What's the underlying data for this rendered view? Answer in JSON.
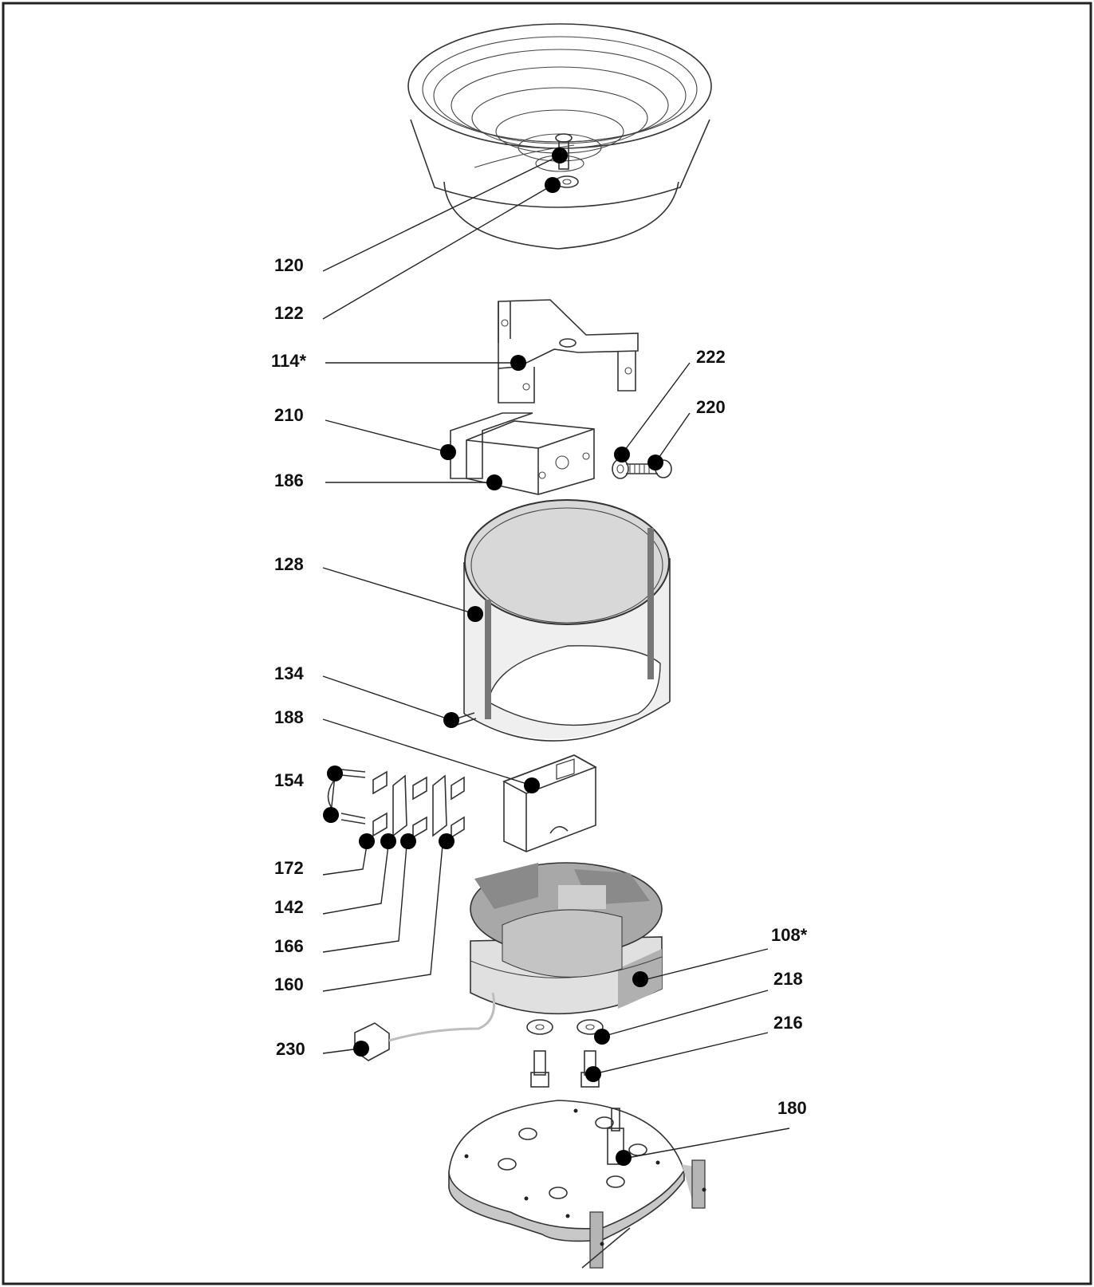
{
  "diagram": {
    "part_labels": [
      "120",
      "122",
      "114*",
      "210",
      "186",
      "222",
      "220",
      "128",
      "134",
      "188",
      "154",
      "172",
      "142",
      "166",
      "160",
      "108*",
      "218",
      "216",
      "230",
      "180"
    ],
    "colors": {
      "outline": "#333333",
      "fill_light": "#e6e6e6",
      "fill_mid": "#c8c8c8",
      "fill_dark": "#9a9a9a",
      "callout_dot": "#000000",
      "frame": "#222222"
    }
  }
}
